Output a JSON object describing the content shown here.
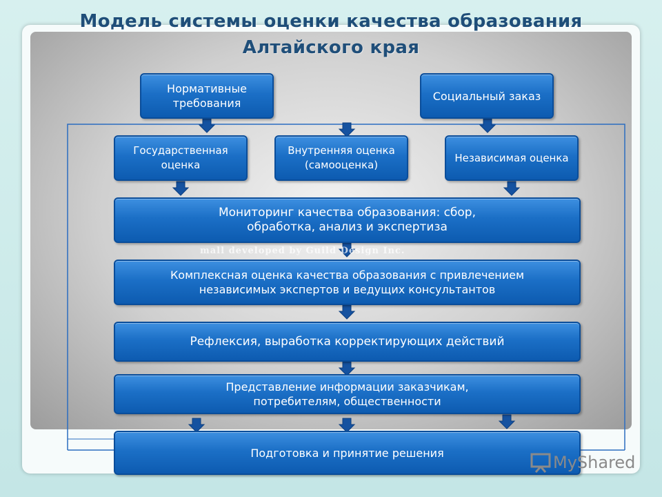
{
  "title": {
    "line1": "Модель системы оценки качества образования",
    "line2": "Алтайского края"
  },
  "boxes": {
    "normative": "Нормативные требования",
    "social": "Социальный заказ",
    "state": "Государственная оценка",
    "internal": "Внутренняя оценка (самооценка)",
    "independent": "Независимая оценка",
    "monitoring": "Мониторинг качества образования: сбор, обработка, анализ и экспертиза",
    "complex": "Комплексная оценка качества образования с привлечением независимых экспертов и ведущих консультантов",
    "reflection": "Рефлексия, выработка корректирующих действий",
    "presentation": "Представление информации заказчикам, потребителям, общественности",
    "decision": "Подготовка и принятие решения"
  },
  "watermark": "mall developed by Guild Design Inc.",
  "logo": {
    "text": "MyShared",
    "icon": "presentation-board-icon"
  },
  "colors": {
    "title": "#1f4e79",
    "box": "#1b6fc6",
    "arrow": "#1552a0",
    "line": "#2a6cc0"
  }
}
